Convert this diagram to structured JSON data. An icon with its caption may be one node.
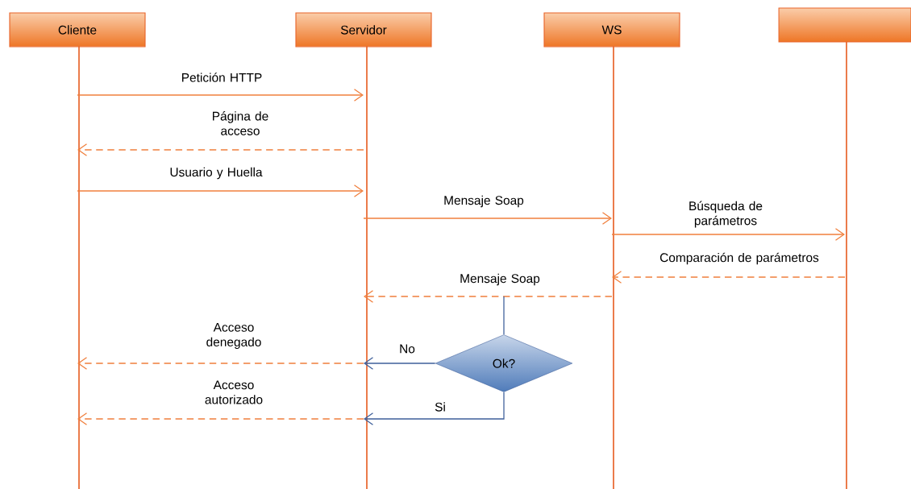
{
  "diagram": {
    "nodes": [
      {
        "text": [
          "Cliente"
        ]
      },
      {
        "text": [
          "Servidor"
        ]
      },
      {
        "text": [
          "WS"
        ]
      },
      {
        "text": [],
        "shape": "box"
      },
      {
        "text": [
          "Ok?"
        ]
      }
    ],
    "edges": [
      {
        "from": 0,
        "to": 1,
        "arrow": "to",
        "label": "Petición HTTP"
      },
      {
        "from": 1,
        "to": 0,
        "arrow": "to",
        "label": "Página de acceso",
        "style": "dashed"
      },
      {
        "from": 0,
        "to": 1,
        "arrow": "to",
        "label": "Usuario y Huella"
      },
      {
        "from": 1,
        "to": 2,
        "arrow": "to",
        "label": "Mensaje Soap"
      },
      {
        "from": 2,
        "to": 3,
        "arrow": "to",
        "label": "Búsqueda de parámetros"
      },
      {
        "from": 3,
        "to": 2,
        "arrow": "to",
        "label": "Comparación de parámetros",
        "style": "dashed"
      },
      {
        "from": 2,
        "to": 1,
        "arrow": "to",
        "label": "Mensaje Soap",
        "style": "dashed"
      },
      {
        "from": null,
        "to": 4,
        "arrow": "none",
        "color": "#3e5f9a"
      },
      {
        "from": 4,
        "to": 1,
        "arrow": "to",
        "label": "No",
        "color": "#3e5f9a"
      },
      {
        "from": 4,
        "to": 1,
        "arrow": "to",
        "label": "Si",
        "color": "#3e5f9a"
      },
      {
        "from": 1,
        "to": 0,
        "arrow": "to",
        "label": "Acceso denegado",
        "style": "dashed"
      },
      {
        "from": 1,
        "to": 0,
        "arrow": "to",
        "label": "Acceso autorizado",
        "style": "dashed"
      }
    ]
  }
}
